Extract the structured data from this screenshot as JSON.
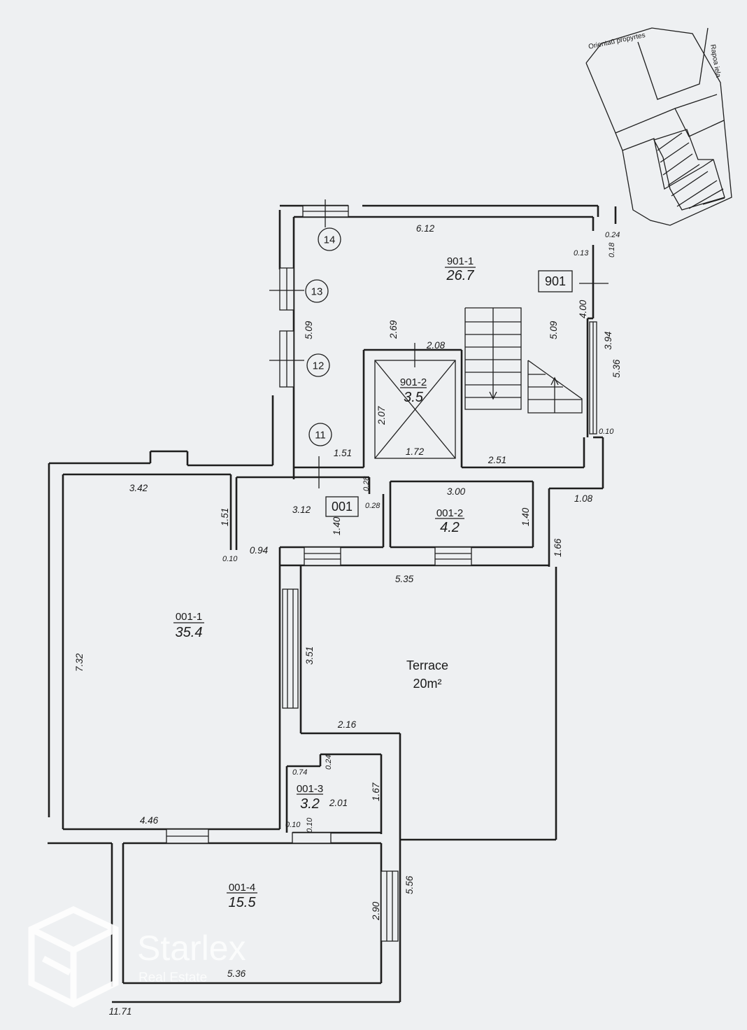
{
  "rooms": [
    {
      "id": "901-1",
      "area": "26.7"
    },
    {
      "id": "901-2",
      "area": "3.5"
    },
    {
      "id": "001-1",
      "area": "35.4"
    },
    {
      "id": "001-2",
      "area": "4.2"
    },
    {
      "id": "001-3",
      "area": "3.2"
    },
    {
      "id": "001-4",
      "area": "15.5"
    }
  ],
  "unit_labels": [
    "901",
    "001"
  ],
  "grid_markers": [
    "14",
    "13",
    "12",
    "11"
  ],
  "terrace": {
    "label": "Terrace",
    "area": "20m²"
  },
  "dimensions": [
    "6.12",
    "0.24",
    "0.13",
    "0.18",
    "4.00",
    "3.94",
    "5.36",
    "0.10",
    "5.09",
    "5.09",
    "2.69",
    "2.08",
    "2.07",
    "1.72",
    "2.51",
    "1.51",
    "3.42",
    "1.51",
    "3.12",
    "0.28",
    "0.28",
    "1.40",
    "3.00",
    "1.40",
    "1.08",
    "1.66",
    "0.10",
    "0.94",
    "5.35",
    "7.32",
    "3.51",
    "2.16",
    "0.74",
    "0.24",
    "1.67",
    "2.01",
    "0.10",
    "0.10",
    "4.46",
    "5.56",
    "2.90",
    "5.36",
    "11.71"
  ],
  "location_map": {
    "street_top": "Orientaū propyrtes",
    "street_right": "Rapoa iela"
  },
  "watermark": {
    "brand": "Starlex",
    "tagline": "Real Estate"
  }
}
